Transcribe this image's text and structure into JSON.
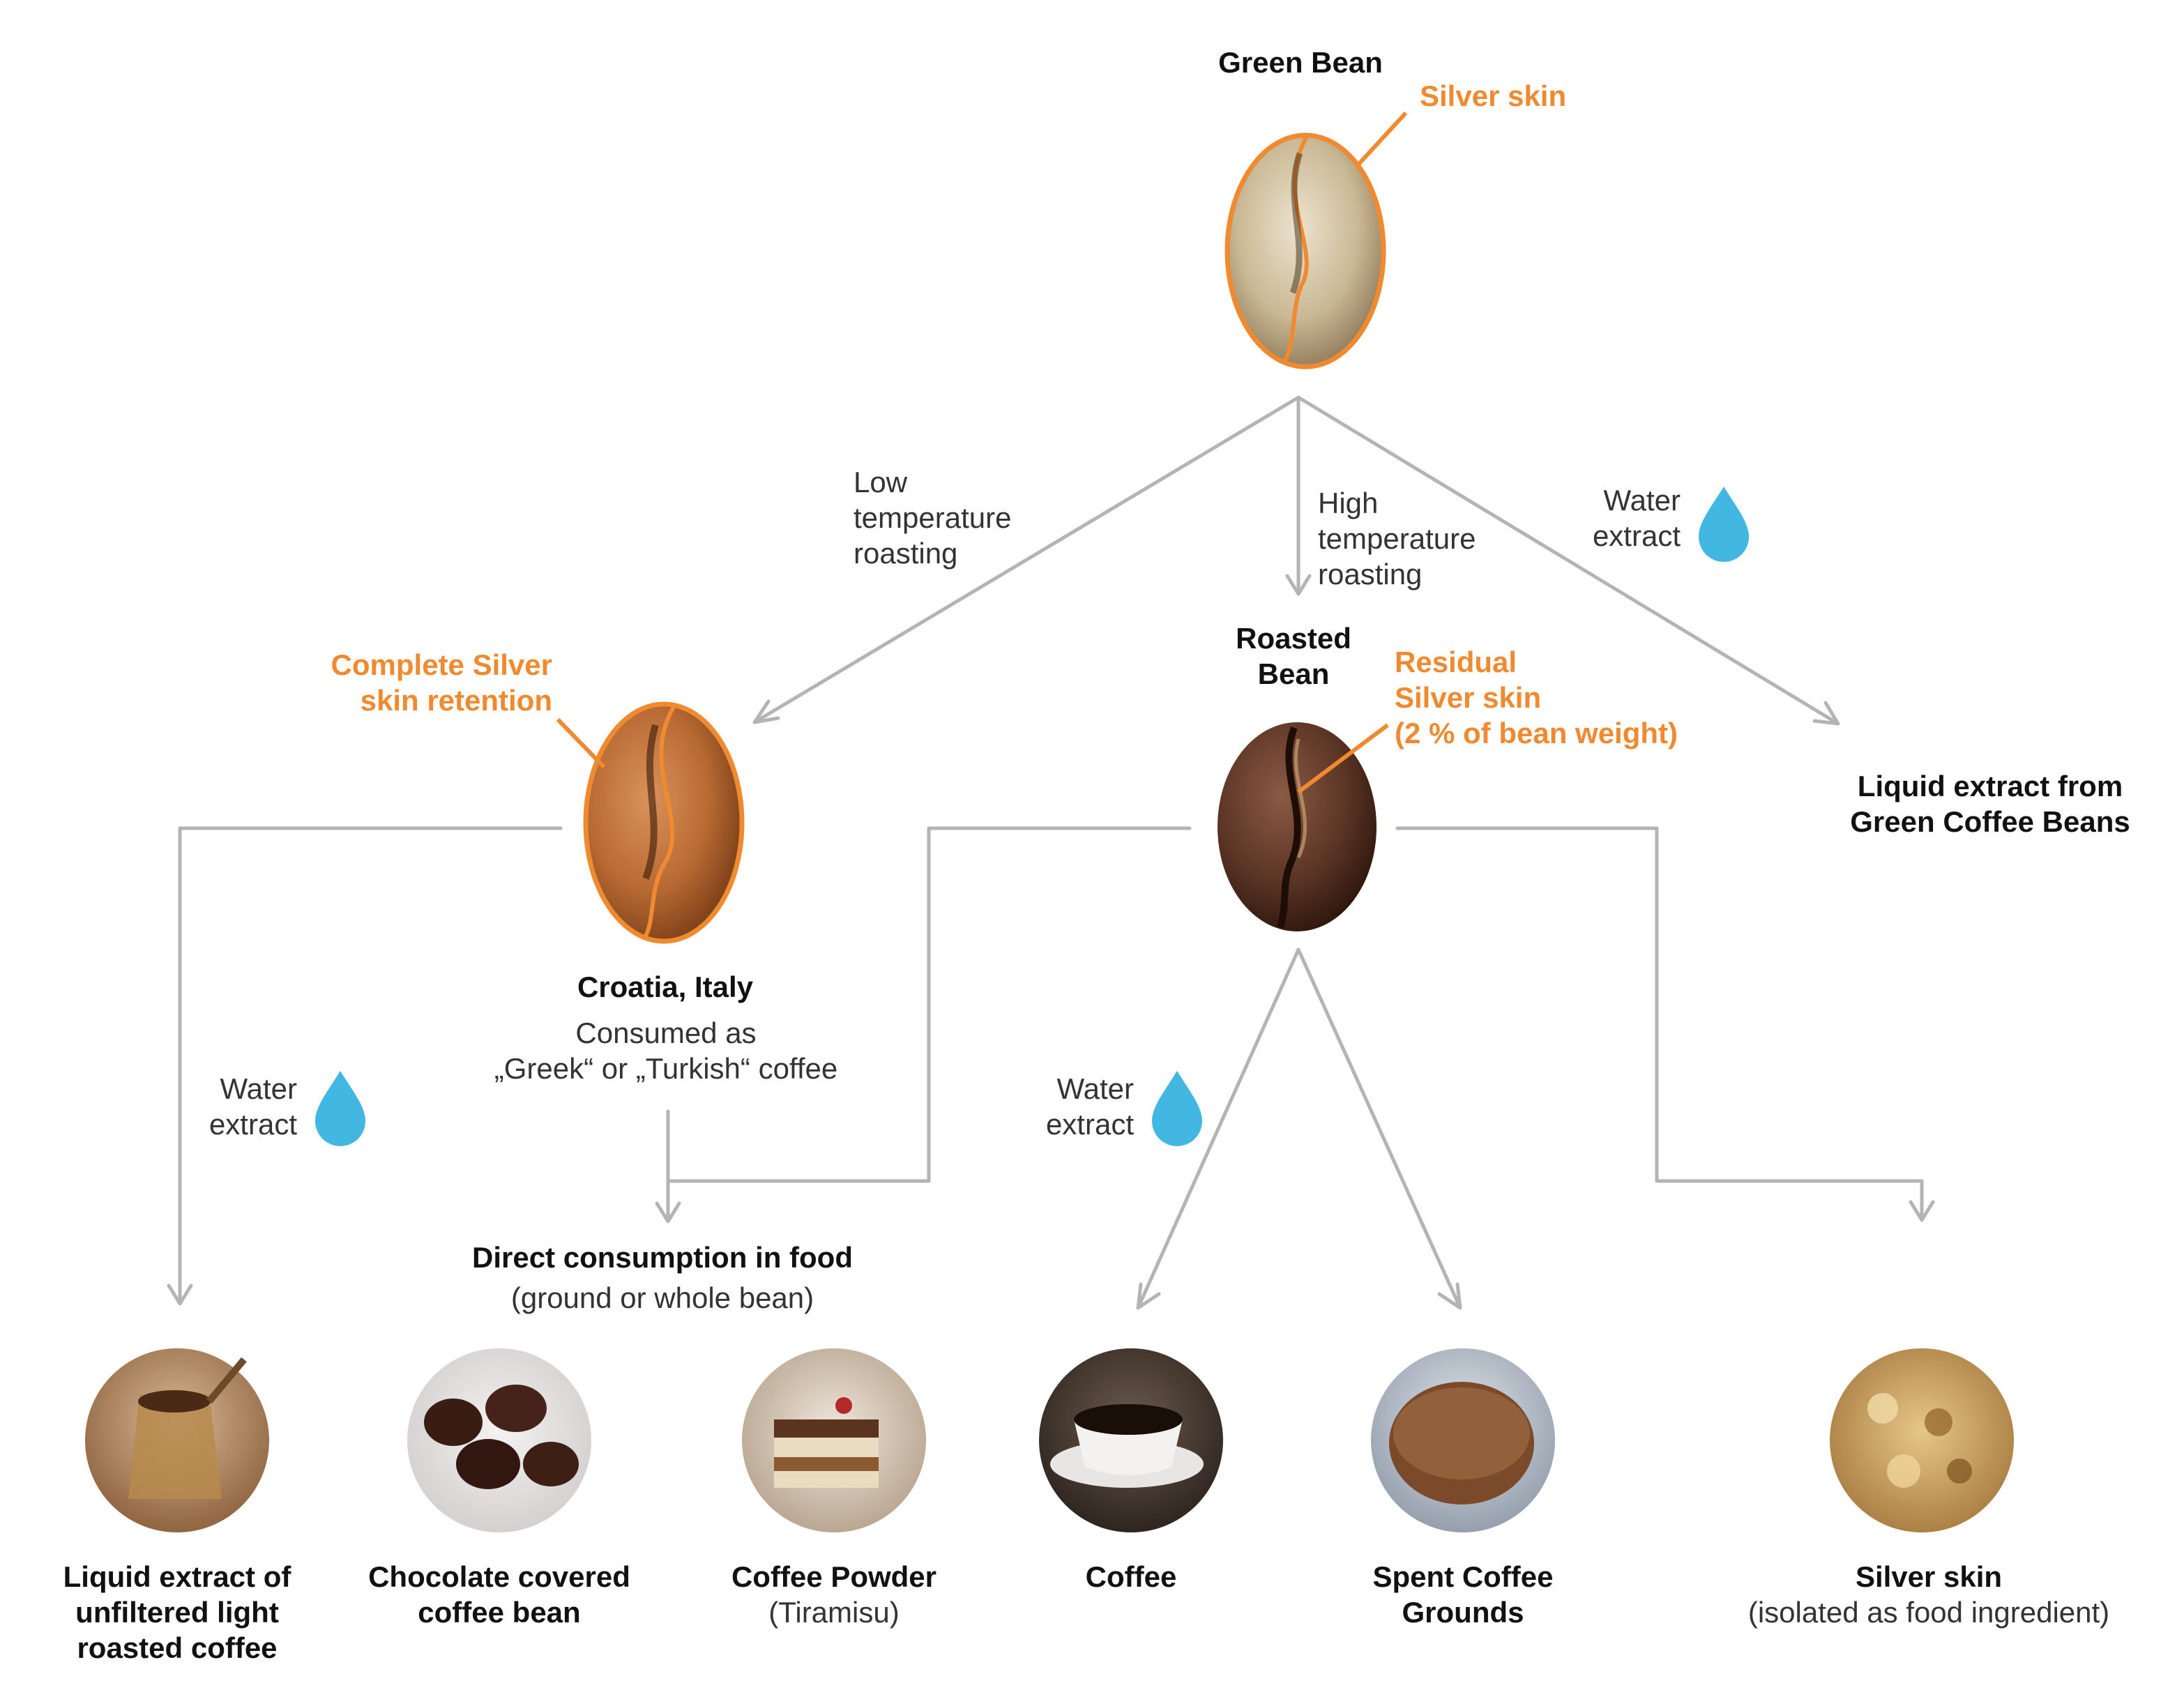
{
  "colors": {
    "arrow": "#b4b4b4",
    "accent": "#f08a30",
    "water": "#41b7e2"
  },
  "top": {
    "green_bean": "Green Bean",
    "silver_skin": "Silver skin"
  },
  "branches": {
    "low_temp": "Low\ntemperature\nroasting",
    "high_temp": "High\ntemperature\nroasting",
    "water_extract": "Water\nextract"
  },
  "liquid_extract_green": "Liquid extract from\nGreen Coffee Beans",
  "roasted": {
    "title": "Roasted\nBean",
    "residual": "Residual\nSilver skin\n(2 % of bean weight)"
  },
  "light": {
    "retention": "Complete Silver\nskin retention",
    "origin": "Croatia, Italy",
    "consumed": "Consumed as\n„Greek“ or „Turkish“ coffee"
  },
  "water_extract_left": "Water\nextract",
  "water_extract_mid": "Water\nextract",
  "direct": {
    "title": "Direct consumption in food",
    "sub": "(ground or whole bean)"
  },
  "products": [
    {
      "icon": "turkish-coffee-pot-photo",
      "title": "Liquid extract of\nunfiltered light\nroasted coffee",
      "sub": ""
    },
    {
      "icon": "chocolate-beans-photo",
      "title": "Chocolate covered\ncoffee bean",
      "sub": ""
    },
    {
      "icon": "tiramisu-photo",
      "title": "Coffee Powder",
      "sub": "(Tiramisu)"
    },
    {
      "icon": "coffee-cup-photo",
      "title": "Coffee",
      "sub": ""
    },
    {
      "icon": "spent-grounds-photo",
      "title": "Spent Coffee\nGrounds",
      "sub": ""
    },
    {
      "icon": "silver-skin-photo",
      "title": "Silver skin",
      "sub": "(isolated as food ingredient)"
    }
  ]
}
